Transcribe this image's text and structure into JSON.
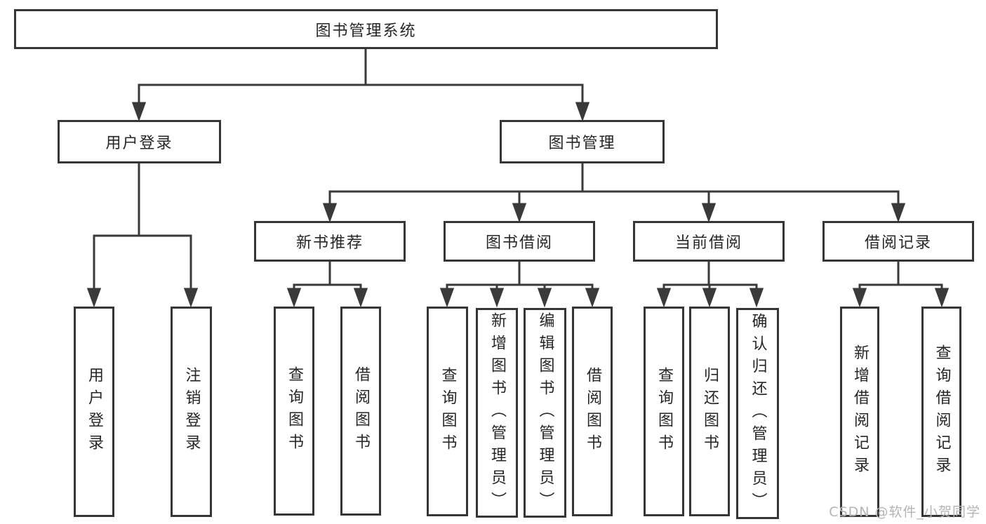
{
  "tree": {
    "label": "图书管理系统",
    "children": [
      {
        "label": "用户登录",
        "children": [
          {
            "label": "用户登录"
          },
          {
            "label": "注销登录"
          }
        ]
      },
      {
        "label": "图书管理",
        "children": [
          {
            "label": "新书推荐",
            "children": [
              {
                "label": "查询图书"
              },
              {
                "label": "借阅图书"
              }
            ]
          },
          {
            "label": "图书借阅",
            "children": [
              {
                "label": "查询图书"
              },
              {
                "label": "新增图书（管理员）"
              },
              {
                "label": "编辑图书（管理员）"
              },
              {
                "label": "借阅图书"
              }
            ]
          },
          {
            "label": "当前借阅",
            "children": [
              {
                "label": "查询图书"
              },
              {
                "label": "归还图书"
              },
              {
                "label": "确认归还（管理员）"
              }
            ]
          },
          {
            "label": "借阅记录",
            "children": [
              {
                "label": "新增借阅记录"
              },
              {
                "label": "查询借阅记录"
              }
            ]
          }
        ]
      }
    ]
  },
  "watermark": {
    "text": "CSDN @软件_小贺同学",
    "color": "#b4b4b4"
  },
  "colors": {
    "line": "#3a3a3a",
    "box_border": "#363636",
    "box_background": "#ffffff",
    "text": "#262626",
    "page_background": "#ffffff"
  }
}
